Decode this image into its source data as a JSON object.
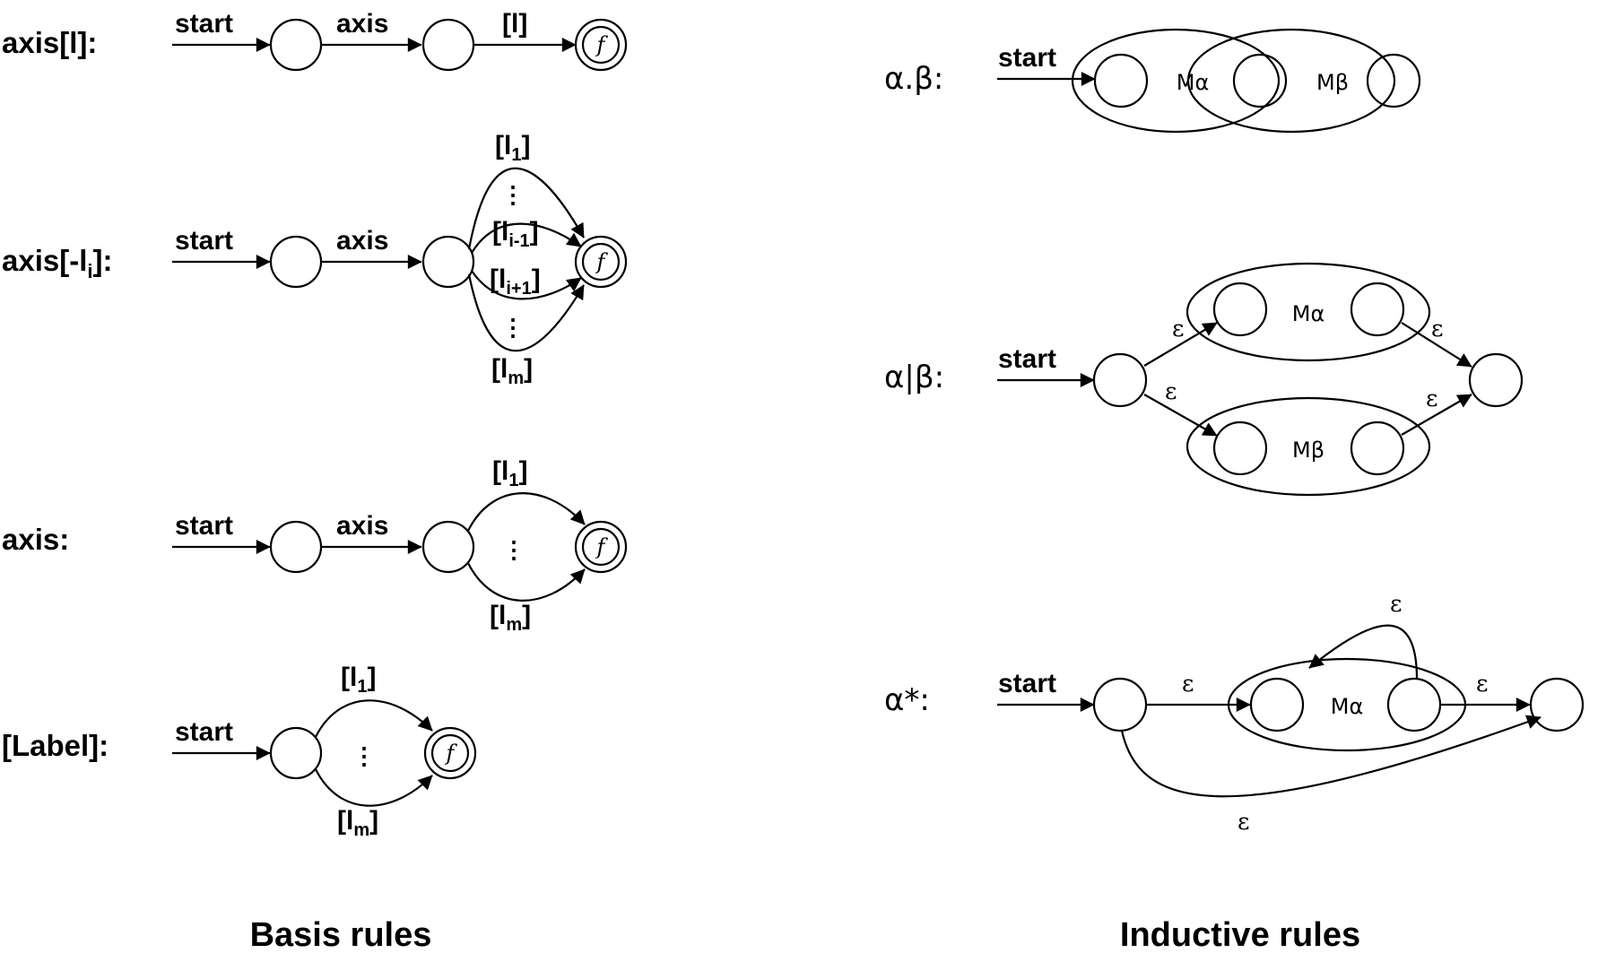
{
  "basis": {
    "title": "Basis rules",
    "rule1": {
      "name": "axis[l]:",
      "start": "start",
      "axis": "axis",
      "label": "[l]",
      "final": "f"
    },
    "rule2": {
      "name_main": "axis[-l",
      "name_sub": "i",
      "name_end": "]:",
      "start": "start",
      "axis": "axis",
      "l1_main": "[l",
      "l1_sub": "1",
      "l1_end": "]",
      "li1_main": "[l",
      "li1_sub": "i-1",
      "li1_end": "]",
      "lip1_main": "[l",
      "lip1_sub": "i+1",
      "lip1_end": "]",
      "lm_main": "[l",
      "lm_sub": "m",
      "lm_end": "]",
      "dots": "⋮",
      "final": "f"
    },
    "rule3": {
      "name": "axis:",
      "start": "start",
      "axis": "axis",
      "l1_main": "[l",
      "l1_sub": "1",
      "l1_end": "]",
      "lm_main": "[l",
      "lm_sub": "m",
      "lm_end": "]",
      "dots": "⋮",
      "final": "f"
    },
    "rule4": {
      "name": "[Label]:",
      "start": "start",
      "l1_main": "[l",
      "l1_sub": "1",
      "l1_end": "]",
      "lm_main": "[l",
      "lm_sub": "m",
      "lm_end": "]",
      "dots": "⋮",
      "final": "f"
    }
  },
  "inductive": {
    "title": "Inductive rules",
    "concat": {
      "name": "α.β:",
      "start": "start",
      "m_alpha": "Mα",
      "m_beta": "Mβ"
    },
    "union": {
      "name": "α|β:",
      "start": "start",
      "m_alpha": "Mα",
      "m_beta": "Mβ",
      "eps": "ε"
    },
    "star": {
      "name": "α*:",
      "start": "start",
      "m_alpha": "Mα",
      "eps": "ε"
    }
  }
}
